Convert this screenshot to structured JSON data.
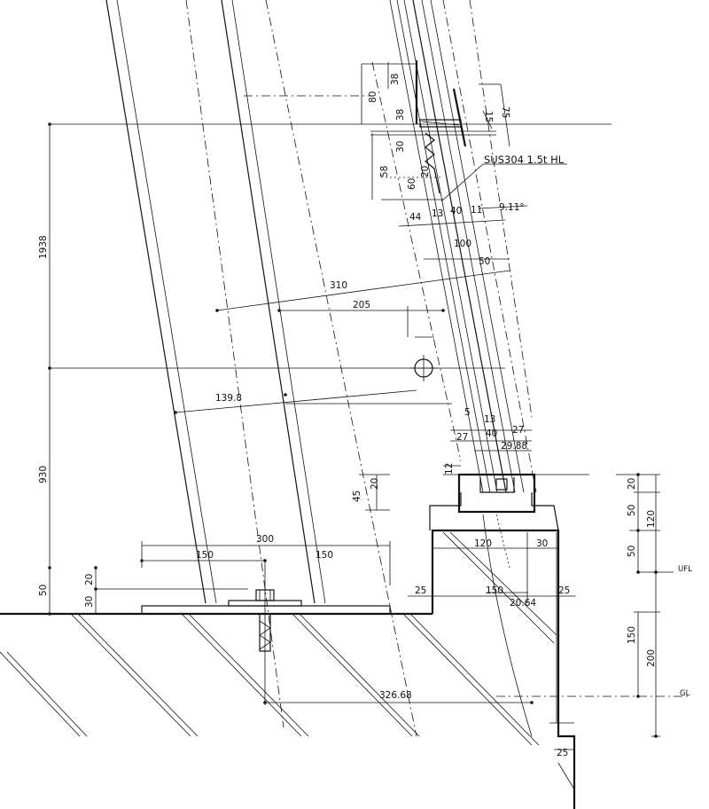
{
  "callout": {
    "material": "SUS304 1.5t HL"
  },
  "dims": {
    "d1938": "1938",
    "d930": "930",
    "d50_left": "50",
    "d30": "30",
    "d20_left": "20",
    "d310": "310",
    "d205": "205",
    "d139_8": "139.8",
    "d300": "300",
    "d150_a": "150",
    "d150_b": "150",
    "d80": "80",
    "d38_a": "38",
    "d38_b": "38",
    "d30_top": "30",
    "d58": "58",
    "d60": "60",
    "d20_top": "20",
    "d75": "75",
    "d15_top": "15",
    "d44": "44",
    "d13": "13",
    "d40_top": "40",
    "d11": "11",
    "d9_11": "9.11°",
    "d100": "100",
    "d50_mid": "50",
    "d5": "5",
    "d13_b": "13",
    "d27_a": "27",
    "d40_b": "40",
    "d27_b": "27",
    "d29_88": "29.88",
    "d12": "12",
    "d20_mid": "20",
    "d45": "45",
    "d120_a": "120",
    "d30_b": "30",
    "d25_a": "25",
    "d150_c": "150",
    "d20_64": "20.64",
    "d25_b": "25",
    "d25_c": "25",
    "d326_68": "326.68",
    "r20": "20",
    "r50": "50",
    "r120": "120",
    "r50_b": "50",
    "r150": "150",
    "r200": "200",
    "ufl": "UFL",
    "gl": "GL"
  }
}
